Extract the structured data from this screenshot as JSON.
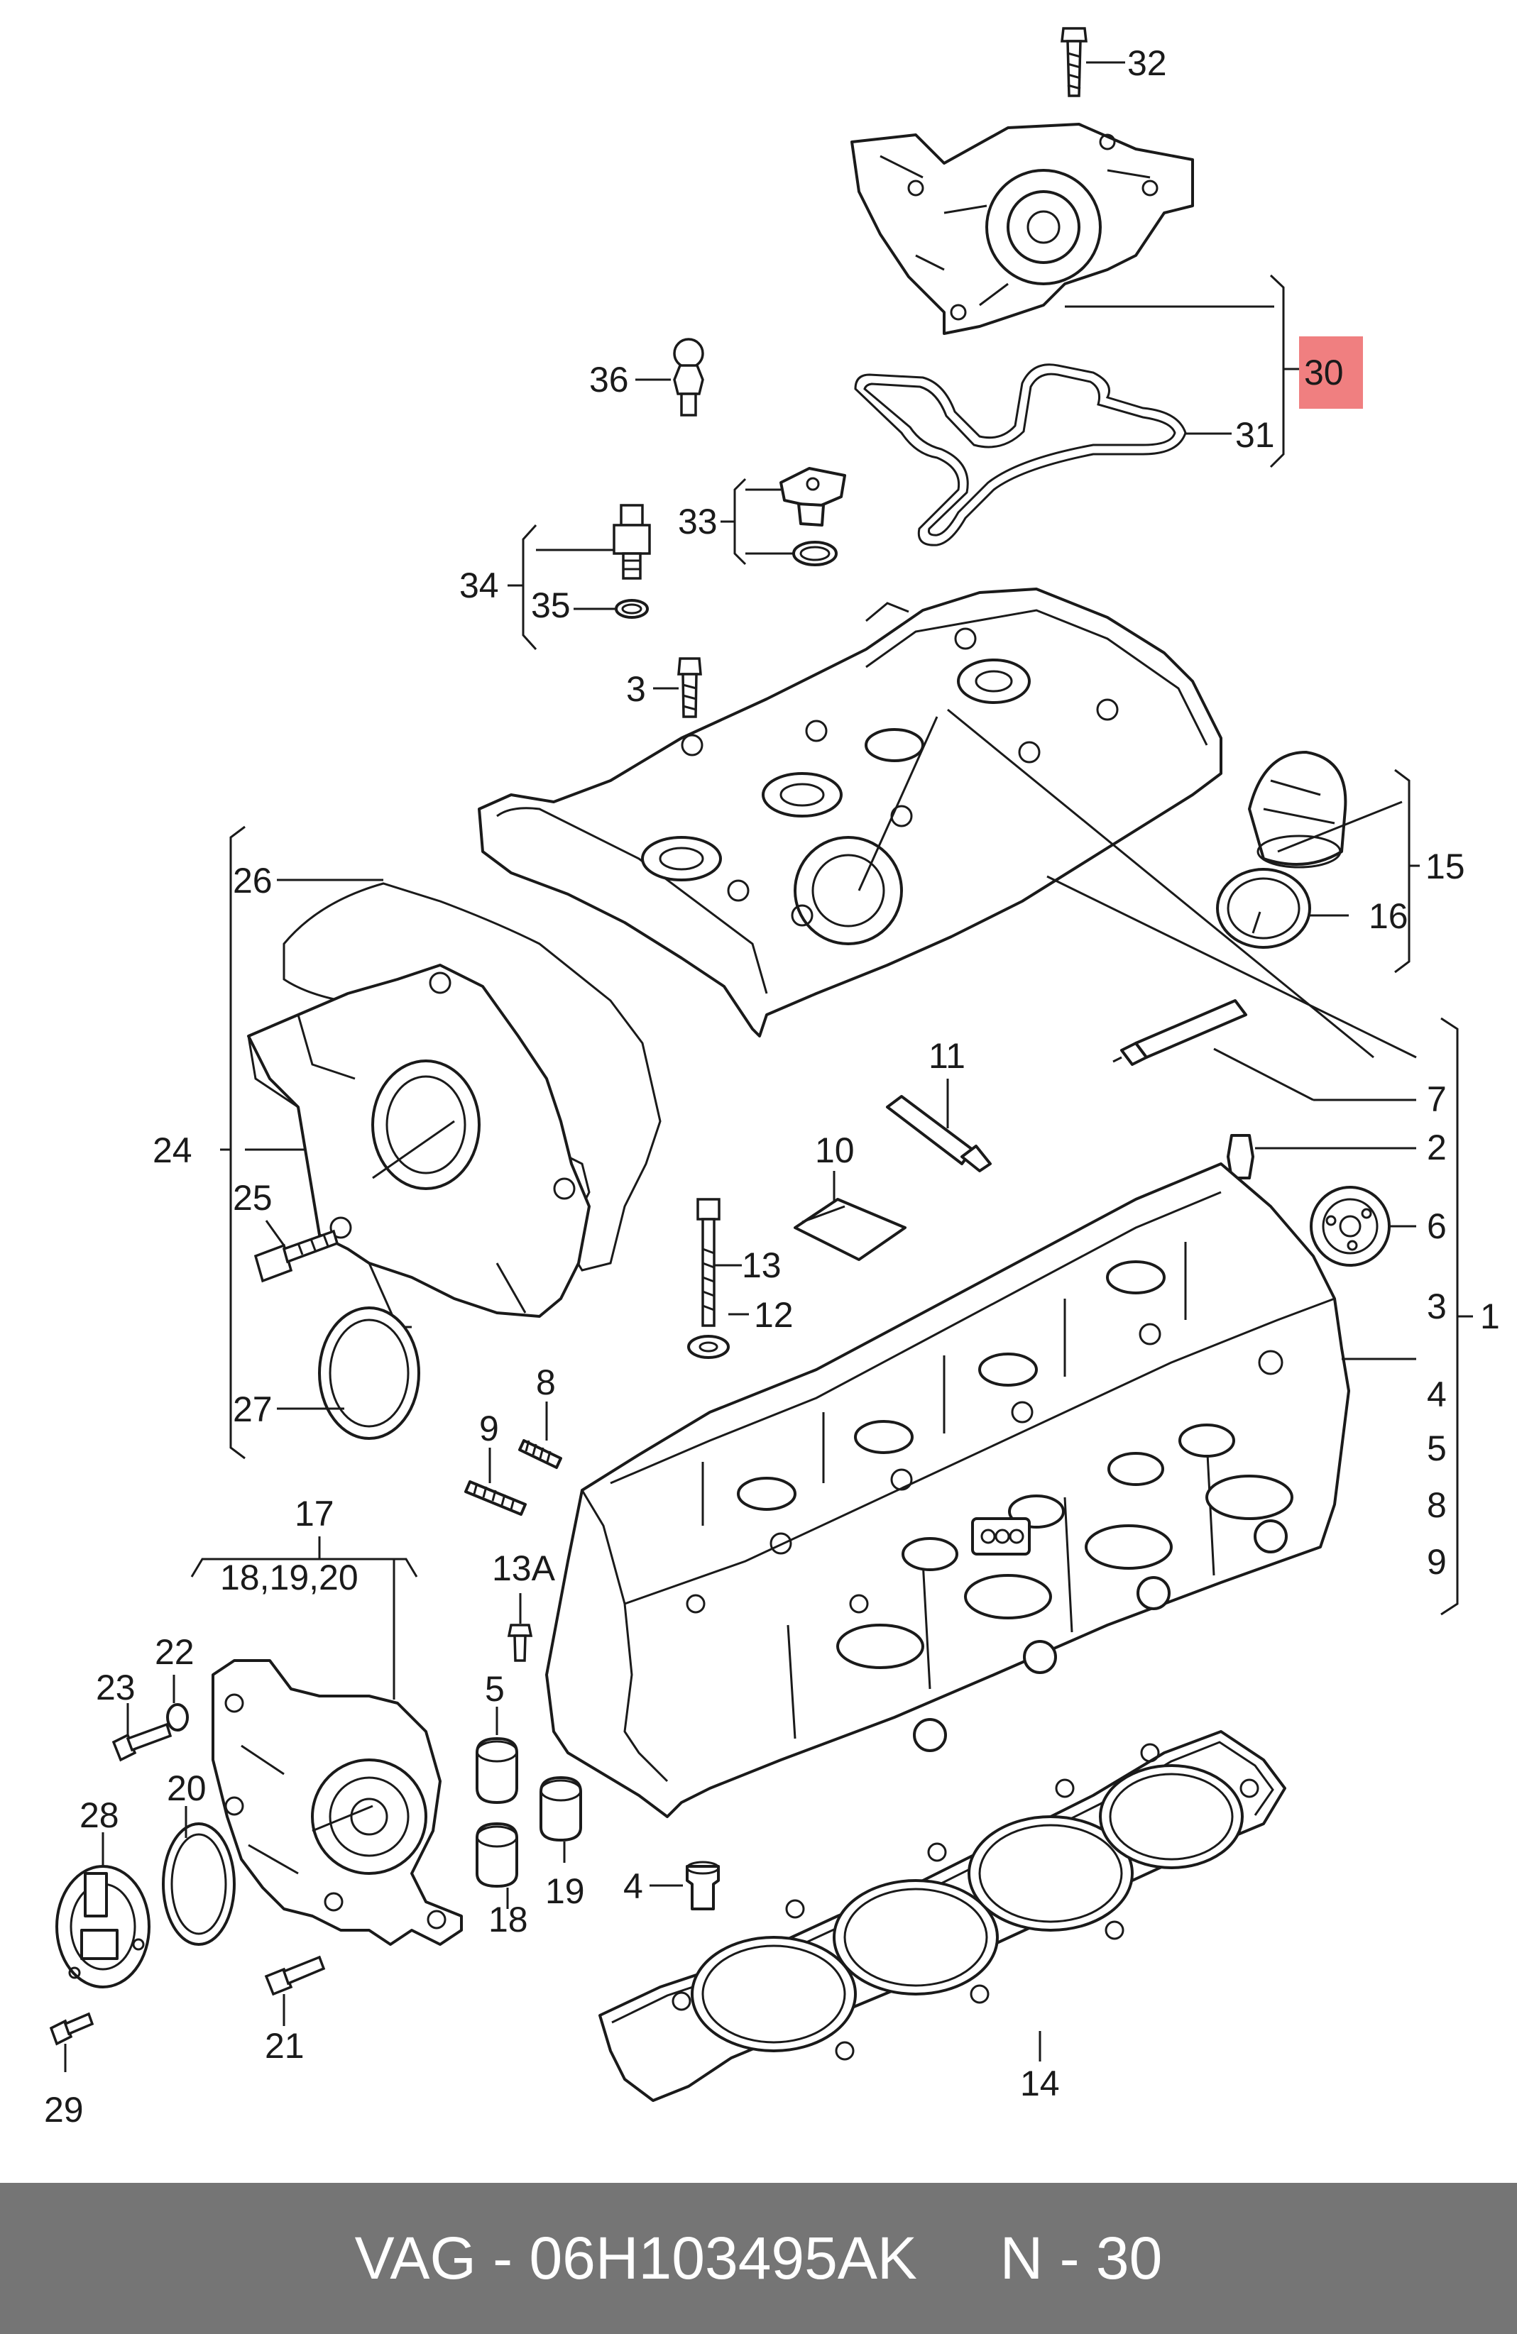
{
  "callouts": {
    "c32": "32",
    "c30": "30",
    "c31": "31",
    "c36": "36",
    "c33": "33",
    "c34": "34",
    "c35": "35",
    "c3a": "3",
    "c15": "15",
    "c16": "16",
    "c26": "26",
    "c7": "7",
    "c2": "2",
    "c11": "11",
    "c10": "10",
    "c24": "24",
    "c25": "25",
    "c6": "6",
    "c13": "13",
    "c12": "12",
    "c3b": "3",
    "c1": "1",
    "c4a": "4",
    "c5a": "5",
    "c8a": "8",
    "c9a": "9",
    "c27": "27",
    "c8b": "8",
    "c9b": "9",
    "c17": "17",
    "c18_19_20": "18,19,20",
    "c13a": "13A",
    "c22": "22",
    "c23": "23",
    "c5b": "5",
    "c20": "20",
    "c28": "28",
    "c4b": "4",
    "c19": "19",
    "c18": "18",
    "c21": "21",
    "c29": "29",
    "c14": "14"
  },
  "highlight_color": "#f07f80",
  "footer": {
    "brand_part": "VAG - 06H103495AK",
    "position": "N - 30",
    "background": "#757575"
  }
}
